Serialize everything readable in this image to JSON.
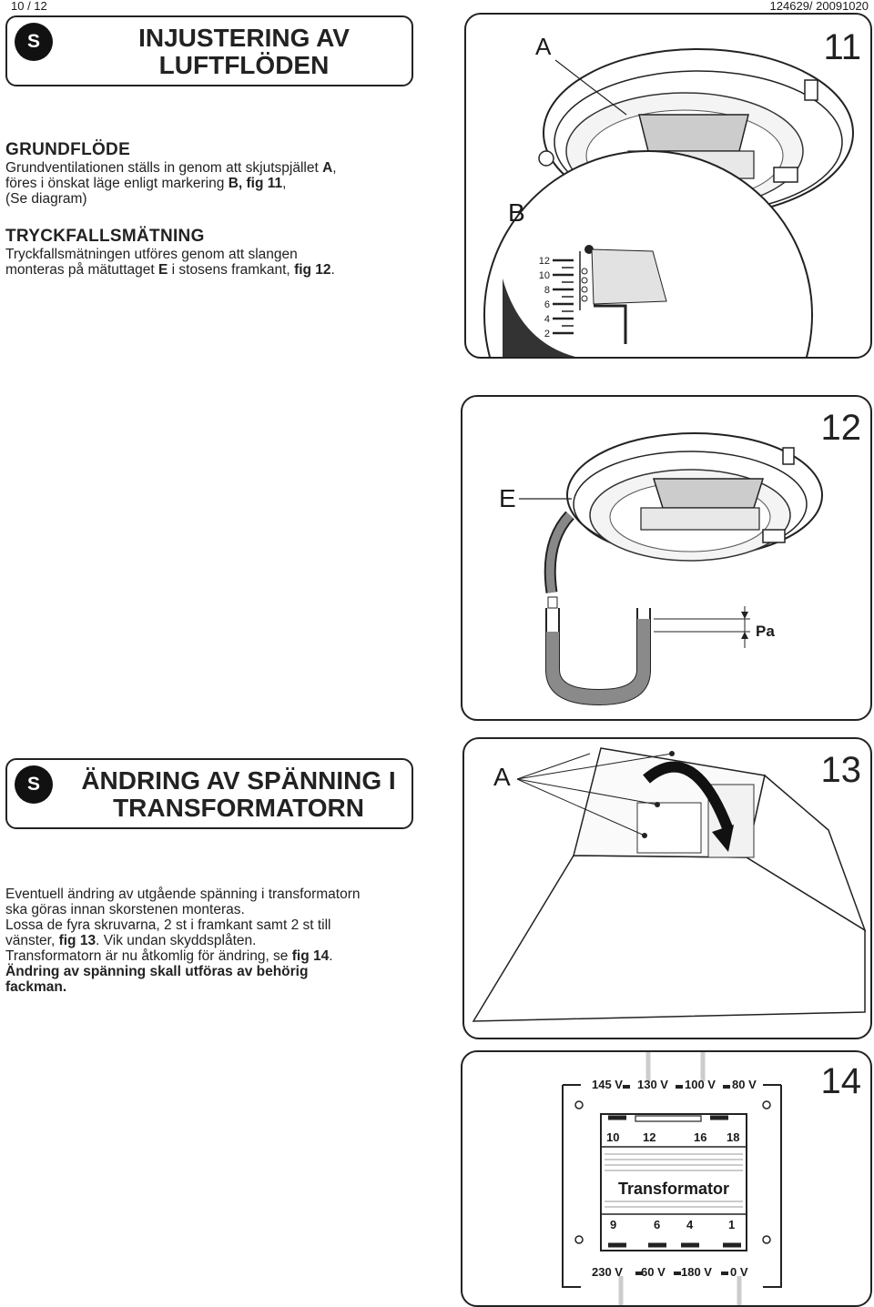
{
  "header": {
    "page": "10 / 12",
    "doc": "124629/ 20091020"
  },
  "section1": {
    "badge": "S",
    "title_line1": "INJUSTERING AV",
    "title_line2": "LUFTFLÖDEN"
  },
  "grundflode": {
    "heading": "GRUNDFLÖDE",
    "line1_pre": "Grundventilationen ställs in genom att skjutspjället ",
    "line1_bold": "A",
    "line1_post": ",",
    "line2_pre": "föres i önskat läge enligt markering ",
    "line2_bold": "B, fig 11",
    "line2_post": ",",
    "line3": "(Se diagram)"
  },
  "tryckfall": {
    "heading": "TRYCKFALLSMÄTNING",
    "line1": "Tryckfallsmätningen utföres genom att slangen",
    "line2_pre": "monteras på mätuttaget ",
    "line2_bold": "E",
    "line2_mid": " i stosens framkant, ",
    "line2_bold2": "fig 12",
    "line2_post": "."
  },
  "fig11": {
    "number": "11",
    "label_a": "A",
    "label_b": "B",
    "scale": [
      "12",
      "10",
      "8",
      "6",
      "4",
      "2"
    ]
  },
  "fig12": {
    "number": "12",
    "label_e": "E",
    "label_pa": "Pa"
  },
  "section2": {
    "badge": "S",
    "title_line1": "ÄNDRING AV SPÄNNING I",
    "title_line2": "TRANSFORMATORN"
  },
  "andring": {
    "line1": "Eventuell ändring av utgående spänning i transformatorn",
    "line2": "ska göras innan skorstenen monteras.",
    "line3": "Lossa de fyra skruvarna, 2 st i framkant samt 2 st till",
    "line4_pre": "vänster, ",
    "line4_bold": "fig 13",
    "line4_post": ". Vik undan skyddsplåten.",
    "line5_pre": "Transformatorn är nu åtkomlig för ändring, se ",
    "line5_bold": "fig 14",
    "line5_post": ".",
    "line6_bold": "Ändring av spänning skall utföras av behörig",
    "line7_bold": "fackman."
  },
  "fig13": {
    "number": "13",
    "label_a": "A"
  },
  "fig14": {
    "number": "14",
    "top_voltages": [
      "145 V",
      "130 V",
      "100 V",
      "80 V"
    ],
    "top_terminals": [
      "10",
      "12",
      "16",
      "18"
    ],
    "title": "Transformator",
    "bottom_terminals": [
      "9",
      "6",
      "4",
      "1"
    ],
    "bottom_voltages": [
      "230 V",
      "60 V",
      "180 V",
      "0 V"
    ]
  }
}
